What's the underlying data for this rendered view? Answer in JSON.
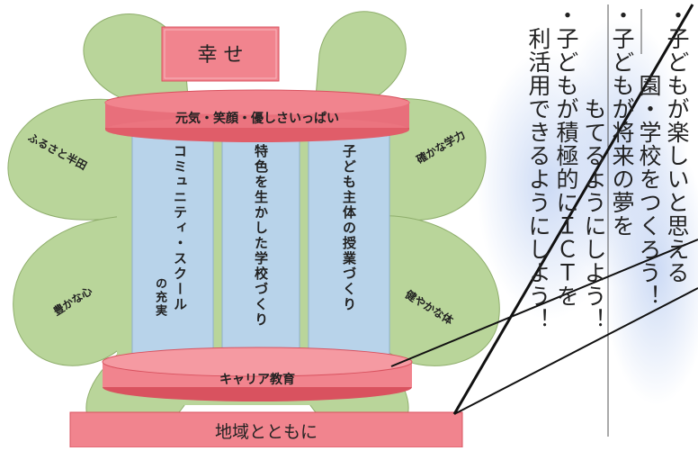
{
  "diagram": {
    "top_banner": "幸 せ",
    "top_ring": "元気・笑顔・優しさいっぱい",
    "bottom_ring": "キャリア教育",
    "base": "地域とともに",
    "leaves": [
      "ふるさと半田",
      "確かな学力",
      "豊かな心",
      "健やかな体"
    ],
    "pillars": [
      {
        "main": "コミュニティ・スクール",
        "sub": "の充実"
      },
      {
        "main": "特色を生かした学校づくり"
      },
      {
        "main": "子ども主体の授業づくり"
      }
    ]
  },
  "slogans": [
    {
      "line1": "・子どもが楽しいと思える",
      "line2": "　　　園・学校をつくろう！"
    },
    {
      "line1": "・子どもが将来の夢を",
      "line2": "　　　　もてるようにしよう！"
    },
    {
      "line1": "・子どもが積極的にＩＣＴを",
      "line2": "　利活用できるようにしよう！"
    }
  ],
  "colors": {
    "leaf": "#b9d59a",
    "leaf_stroke": "#8fae6c",
    "pillar": "#b8d3ea",
    "pillar_stroke": "#8fb0cf",
    "pink": "#f1848e",
    "pink_dark": "#d9525f",
    "glow": "#c9d8f4"
  }
}
